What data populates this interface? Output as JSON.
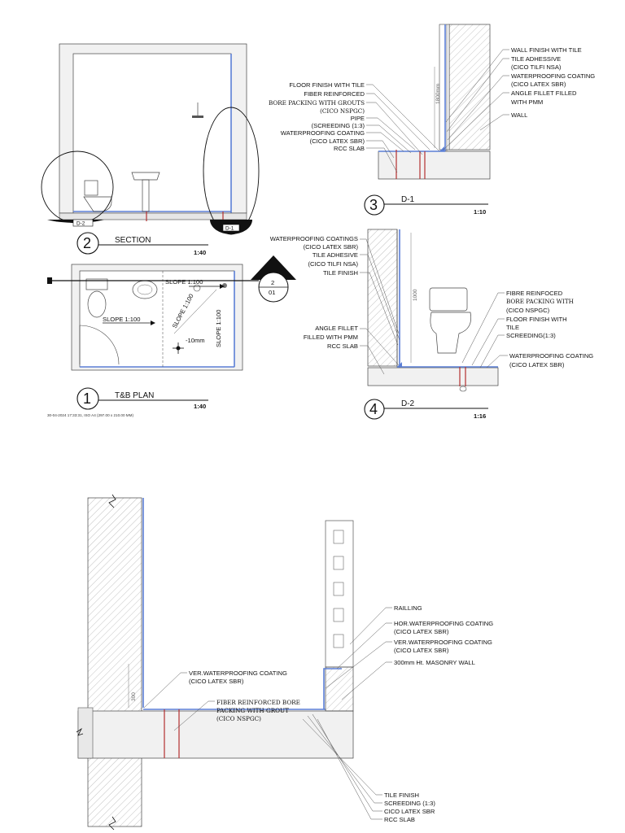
{
  "drawings": {
    "section": {
      "number": "2",
      "title": "SECTION",
      "scale": "1:40",
      "callout_left": "D-2",
      "callout_right": "D-1"
    },
    "plan": {
      "number": "1",
      "title": "T&B PLAN",
      "scale": "1:40",
      "slope_top": "SLOPE 1:100",
      "slope_left": "SLOPE 1:100",
      "slope_diag": "SLOPE 1:100",
      "slope_vert": "SLOPE 1:100",
      "level": "-10mm",
      "section_marker_top": "2",
      "section_marker_bottom": "01",
      "footer": "30-04-2024 17:33:31, ISO A4 (297.00 x 210.00 MM)"
    },
    "detail_d1": {
      "number": "3",
      "title": "D-1",
      "scale": "1:10",
      "dim": "1800mm",
      "left_labels": [
        "FLOOR FINISH WITH TILE",
        "FIBER REINFORCED",
        "BORE PACKING WITH GROUTS",
        "(CICO NSPGC)",
        "PIPE",
        "(SCREEDING (1:3)",
        "WATERPROOFING COATING",
        "(CICO LATEX SBR)",
        "RCC SLAB"
      ],
      "right_labels": [
        "WALL FINISH WITH TILE",
        "TILE ADHESSIVE",
        "(CICO TILFI NSA)",
        "WATERPROOFING COATING",
        "(CICO LATEX SBR)",
        "ANGLE FILLET FILLED",
        "WITH PMM",
        "WALL"
      ]
    },
    "detail_d2": {
      "number": "4",
      "title": "D-2",
      "scale": "1:16",
      "dim": "1000",
      "left_labels": [
        "WATERPROOFING COATINGS",
        "(CICO LATEX SBR)",
        "TILE ADHESIVE",
        "(CICO TILFI NSA)",
        "TILE FINISH",
        "ANGLE FILLET",
        "FILLED WITH PMM",
        "RCC SLAB"
      ],
      "right_labels": [
        "FIBRE REINFOCED",
        "BORE PACKING WITH",
        "(CICO NSPGC)",
        "FLOOR FINISH WITH",
        "TILE",
        "SCREEDING(1:3)",
        "WATERPROOFING COATING",
        "(CICO LATEX SBR)"
      ]
    },
    "balcony": {
      "dim": "300",
      "left_labels": [
        "VER.WATERPROOFING COATING",
        "(CICO LATEX SBR)",
        "FIBER REINFORCED BORE",
        "PACKING WITH GROUT",
        "(CICO NSPGC)"
      ],
      "right_labels": [
        "RAILLING",
        "HOR.WATERPROOFING COATING",
        "(CICO LATEX SBR)",
        "VER.WATERPROOFING COATING",
        "(CICO LATEX SBR)",
        "300mm Ht. MASONRY WALL"
      ],
      "bottom_labels": [
        "TILE FINISH",
        "SCREEDING (1:3)",
        "CICO LATEX SBR",
        "RCC SLAB"
      ]
    }
  },
  "colors": {
    "waterproofing": "#5b7fd6",
    "bore_packing": "#b33030",
    "line": "#111111"
  }
}
